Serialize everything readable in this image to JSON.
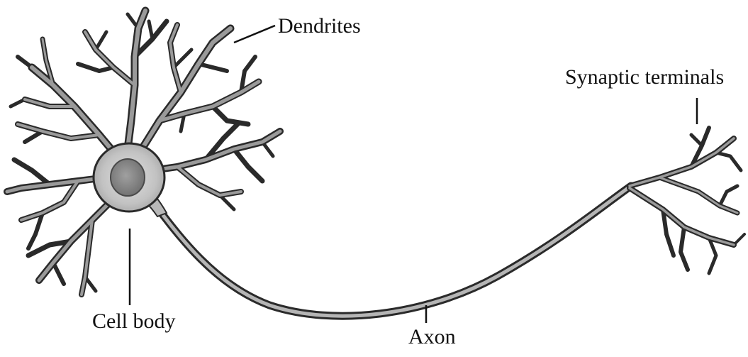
{
  "labels": {
    "dendrites": "Dendrites",
    "synaptic_terminals": "Synaptic terminals",
    "cell_body": "Cell body",
    "axon": "Axon"
  },
  "colors": {
    "background": "#ffffff",
    "outline": "#2a2a2a",
    "membrane": "#9a9a9a",
    "soma_fill": "#c4c4c4",
    "nucleus": "#8a8a8a",
    "axon_core": "#b5b5b5",
    "leader": "#111111"
  }
}
